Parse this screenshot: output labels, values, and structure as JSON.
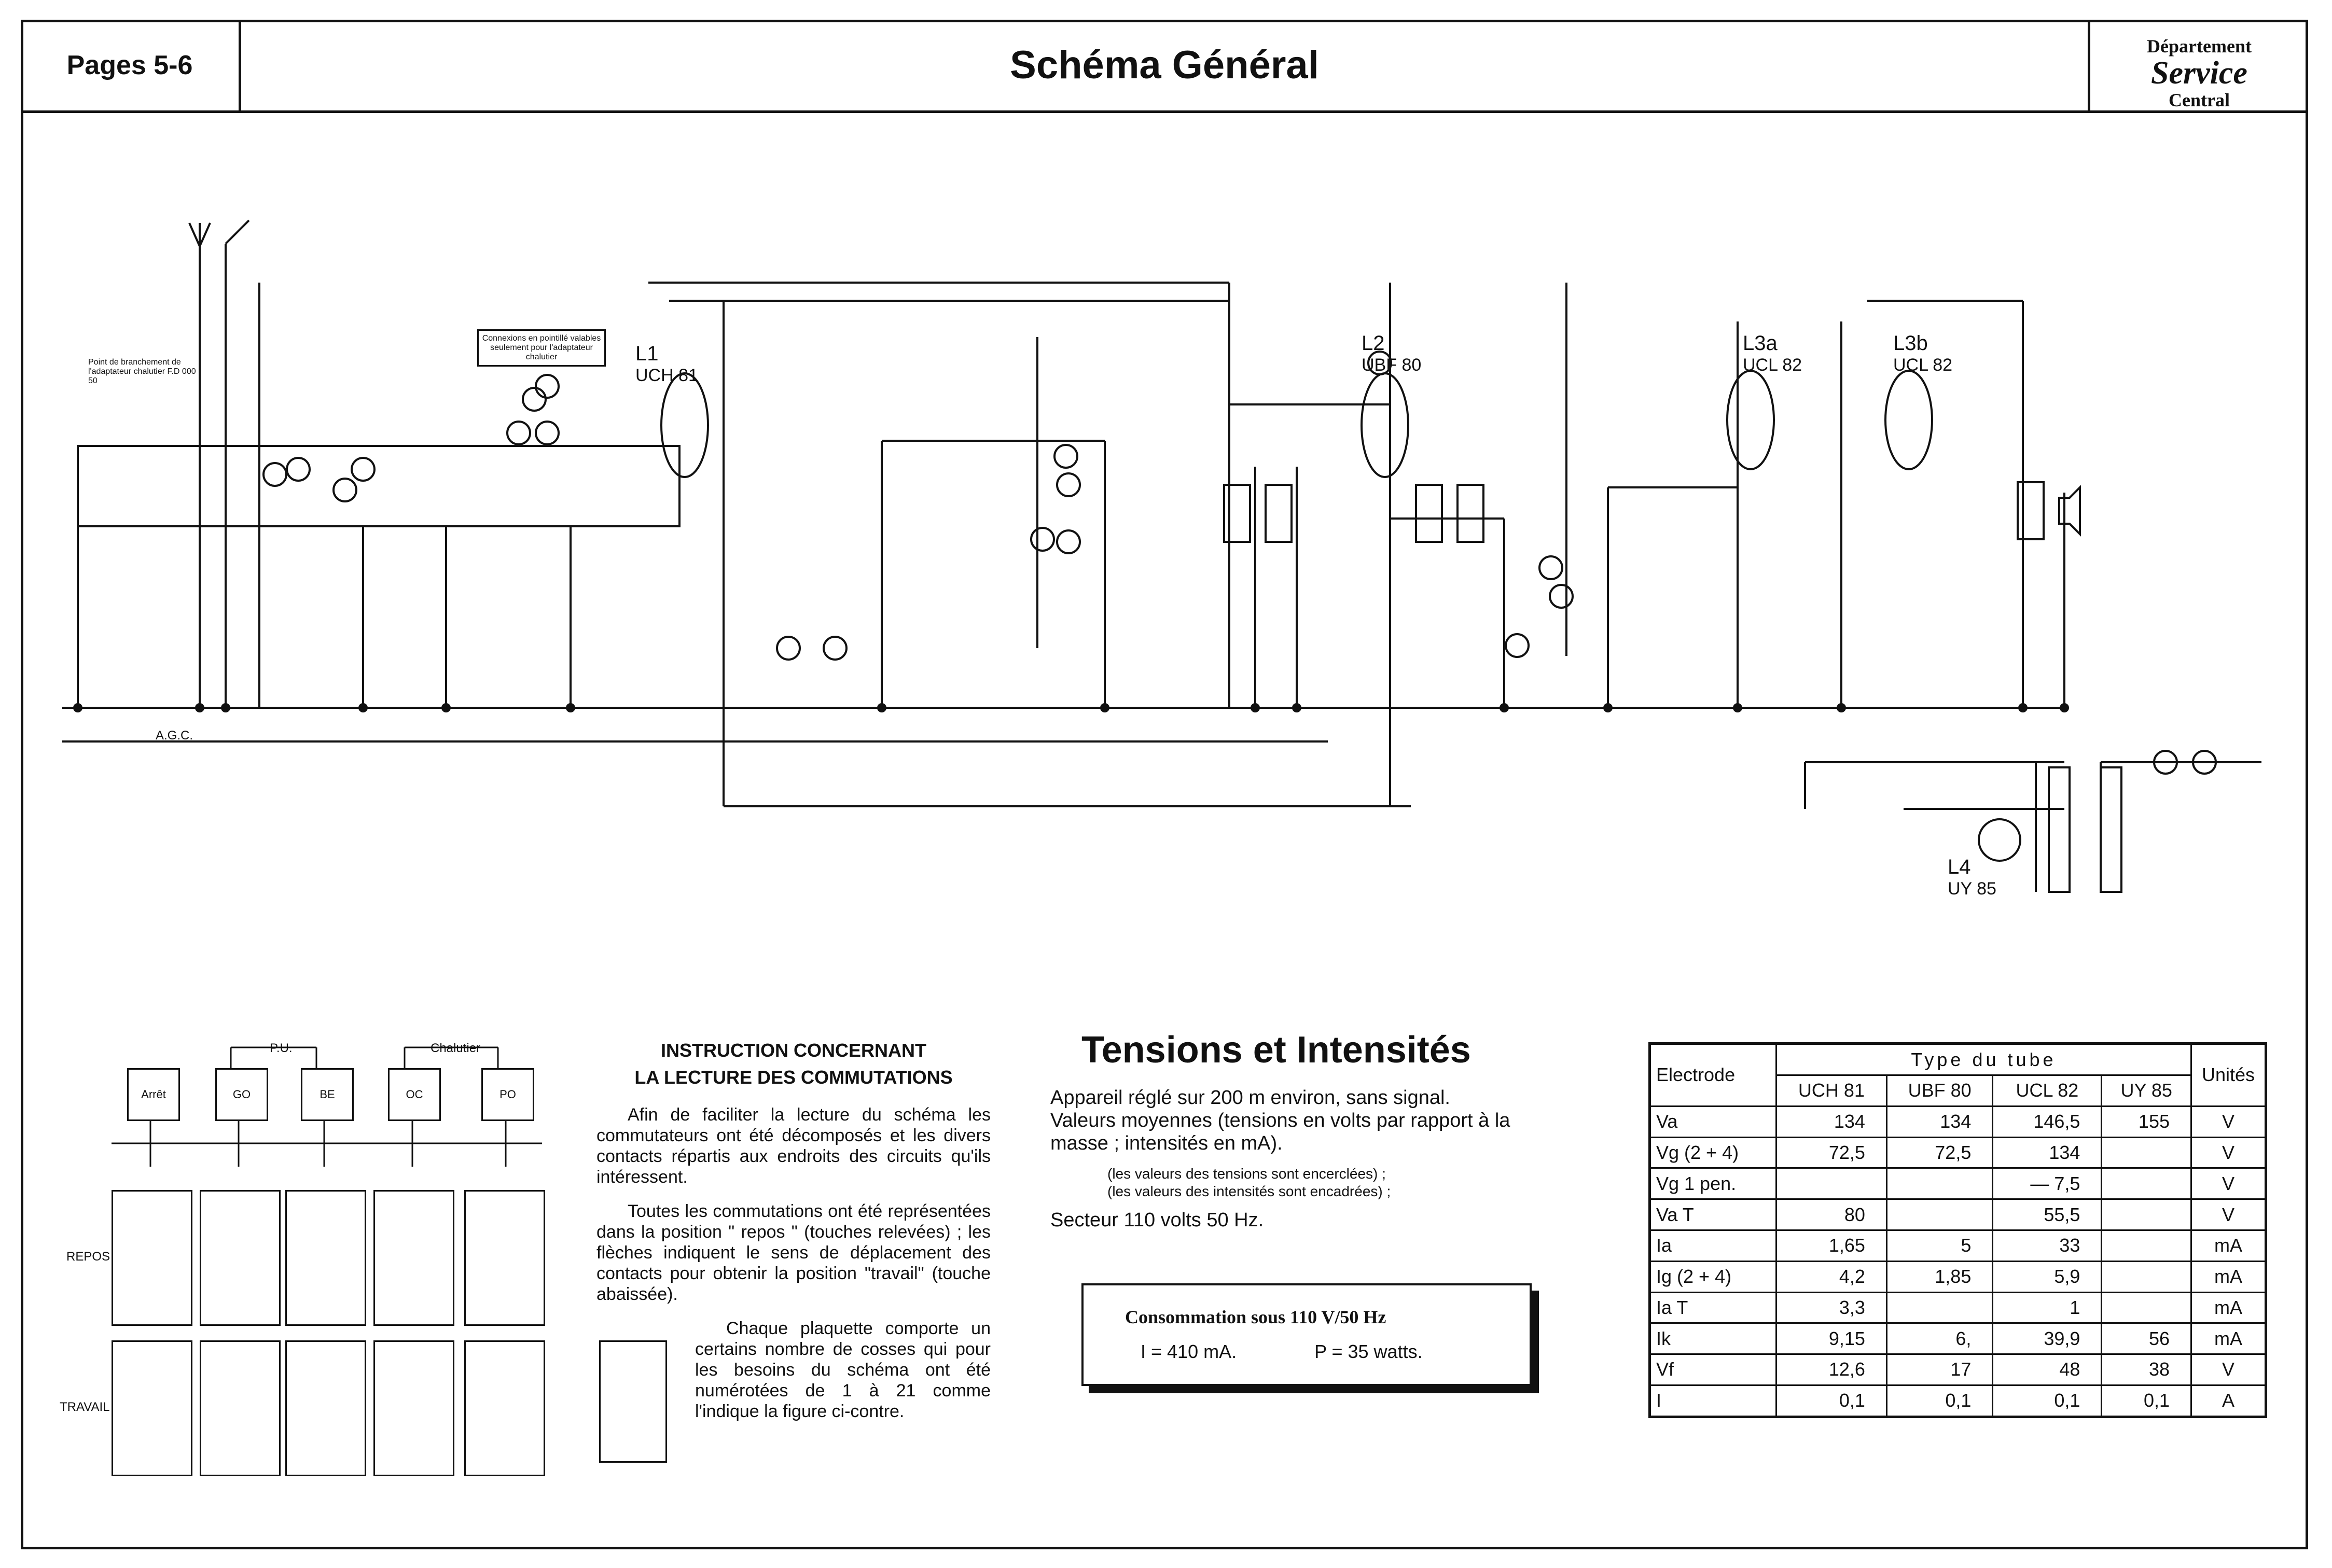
{
  "header": {
    "pages": "Pages 5-6",
    "title": "Schéma Général",
    "dept_line1": "Département",
    "dept_line2": "Service",
    "dept_line3": "Central"
  },
  "schematic": {
    "tubes": [
      {
        "ref": "L1",
        "type": "UCH 81"
      },
      {
        "ref": "L2",
        "type": "UBF 80"
      },
      {
        "ref": "L3a",
        "type": "UCL 82"
      },
      {
        "ref": "L3b",
        "type": "UCL 82"
      },
      {
        "ref": "L4",
        "type": "UY 85"
      }
    ],
    "agc": "A.G.C.",
    "note_adapter": "Connexions en pointillé valables seulement pour l'adaptateur chalutier",
    "note_branch": "Point de branchement de l'adaptateur chalutier F.D 000 50"
  },
  "legend": {
    "groups": [
      "P.U.",
      "Chalutier"
    ],
    "keys": [
      "Arrêt",
      "GO",
      "BE",
      "OC",
      "PO"
    ],
    "rows": [
      "REPOS",
      "TRAVAIL"
    ]
  },
  "instructions": {
    "title1": "INSTRUCTION CONCERNANT",
    "title2": "LA LECTURE DES COMMUTATIONS",
    "p1": "Afin de faciliter la lecture du schéma les commutateurs ont été décomposés et les divers contacts répartis aux endroits des circuits qu'ils intéressent.",
    "p2": "Toutes les commutations ont été représentées dans la position \" repos \" (touches relevées) ; les flèches indiquent le sens de déplacement des contacts pour obtenir la position \"travail\" (touche abaissée).",
    "p3": "Chaque plaquette comporte un certains nombre de cosses qui pour les besoins du schéma ont été numérotées de 1 à 21 comme l'indique la figure ci-contre."
  },
  "tensions": {
    "title": "Tensions et Intensités",
    "line1": "Appareil réglé sur 200 m environ, sans signal.",
    "line2": "Valeurs moyennes (tensions en volts par rapport à la masse ; intensités en mA).",
    "note1": "(les valeurs des tensions sont encerclées) ;",
    "note2": "(les valeurs des intensités sont encadrées) ;",
    "line3": "Secteur 110 volts 50 Hz.",
    "conso_title": "Consommation sous 110 V/50 Hz",
    "conso_i": "I = 410 mA.",
    "conso_p": "P = 35 watts."
  },
  "table": {
    "head_electrode": "Electrode",
    "head_type": "Type du tube",
    "head_unit": "Unités",
    "tubes": [
      "UCH 81",
      "UBF 80",
      "UCL 82",
      "UY 85"
    ],
    "rows": [
      {
        "e": "Va",
        "v": [
          "134",
          "134",
          "146,5",
          "155"
        ],
        "u": "V"
      },
      {
        "e": "Vg (2 + 4)",
        "v": [
          "72,5",
          "72,5",
          "134",
          ""
        ],
        "u": "V"
      },
      {
        "e": "Vg 1 pen.",
        "v": [
          "",
          "",
          "— 7,5",
          ""
        ],
        "u": "V"
      },
      {
        "e": "Va T",
        "v": [
          "80",
          "",
          "55,5",
          ""
        ],
        "u": "V"
      },
      {
        "e": "Ia",
        "v": [
          "1,65",
          "5",
          "33",
          ""
        ],
        "u": "mA"
      },
      {
        "e": "Ig (2 + 4)",
        "v": [
          "4,2",
          "1,85",
          "5,9",
          ""
        ],
        "u": "mA"
      },
      {
        "e": "Ia T",
        "v": [
          "3,3",
          "",
          "1",
          ""
        ],
        "u": "mA"
      },
      {
        "e": "Ik",
        "v": [
          "9,15",
          "6,",
          "39,9",
          "56"
        ],
        "u": "mA"
      },
      {
        "e": "Vf",
        "v": [
          "12,6",
          "17",
          "48",
          "38"
        ],
        "u": "V"
      },
      {
        "e": "I",
        "v": [
          "0,1",
          "0,1",
          "0,1",
          "0,1"
        ],
        "u": "A"
      }
    ]
  }
}
